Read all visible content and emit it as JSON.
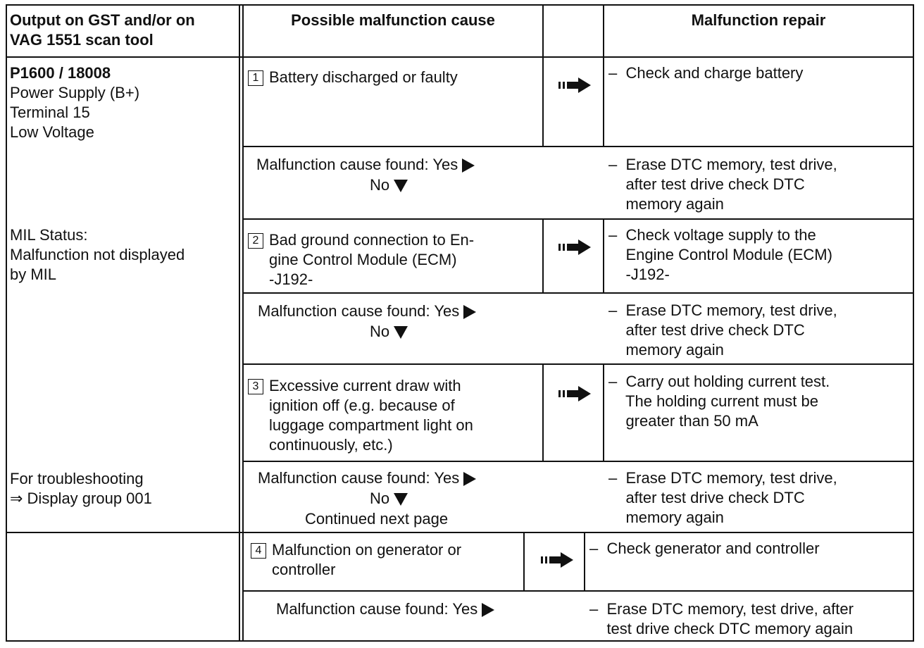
{
  "header": {
    "col1": "Output on GST and/or on\nVAG 1551 scan tool",
    "col2": "Possible malfunction cause",
    "col3": "Malfunction repair"
  },
  "left": {
    "code": "P1600 / 18008",
    "desc": "Power Supply (B+)\nTerminal 15\nLow Voltage",
    "mil": "MIL Status:\nMalfunction not displayed\nby MIL",
    "troubleshoot": "For troubleshooting\n⇒ Display group 001"
  },
  "steps": [
    {
      "num": "1",
      "cause": "Battery discharged or faulty",
      "repair": "–  Check and charge battery"
    },
    {
      "num": "2",
      "cause": "Bad ground connection to En-\ngine Control Module (ECM)\n-J192-",
      "repair": "–  Check voltage supply to the\n    Engine Control Module (ECM)\n    -J192-"
    },
    {
      "num": "3",
      "cause": "Excessive current draw with\nignition off (e.g. because of\nluggage compartment light on\ncontinuously, etc.)",
      "repair": "–  Carry out holding current test.\n    The holding current must be\n    greater than 50 mA"
    },
    {
      "num": "4",
      "cause": "Malfunction on generator or\ncontroller",
      "repair": "–  Check generator and controller"
    }
  ],
  "results": [
    {
      "yes": "Malfunction cause found: Yes",
      "no": "No",
      "repair": "–  Erase DTC memory, test drive,\n    after test drive check DTC\n    memory again"
    },
    {
      "yes": "Malfunction cause found: Yes",
      "no": "No",
      "repair": "–  Erase DTC memory, test drive,\n    after test drive check DTC\n    memory again"
    },
    {
      "yes": "Malfunction cause found: Yes",
      "no": "No",
      "extra": "Continued next page",
      "repair": "–  Erase DTC memory, test drive,\n    after test drive check DTC\n    memory again"
    },
    {
      "yes": "Malfunction cause found: Yes",
      "repair": "–  Erase DTC memory, test drive, after\n    test drive check DTC memory again"
    }
  ]
}
